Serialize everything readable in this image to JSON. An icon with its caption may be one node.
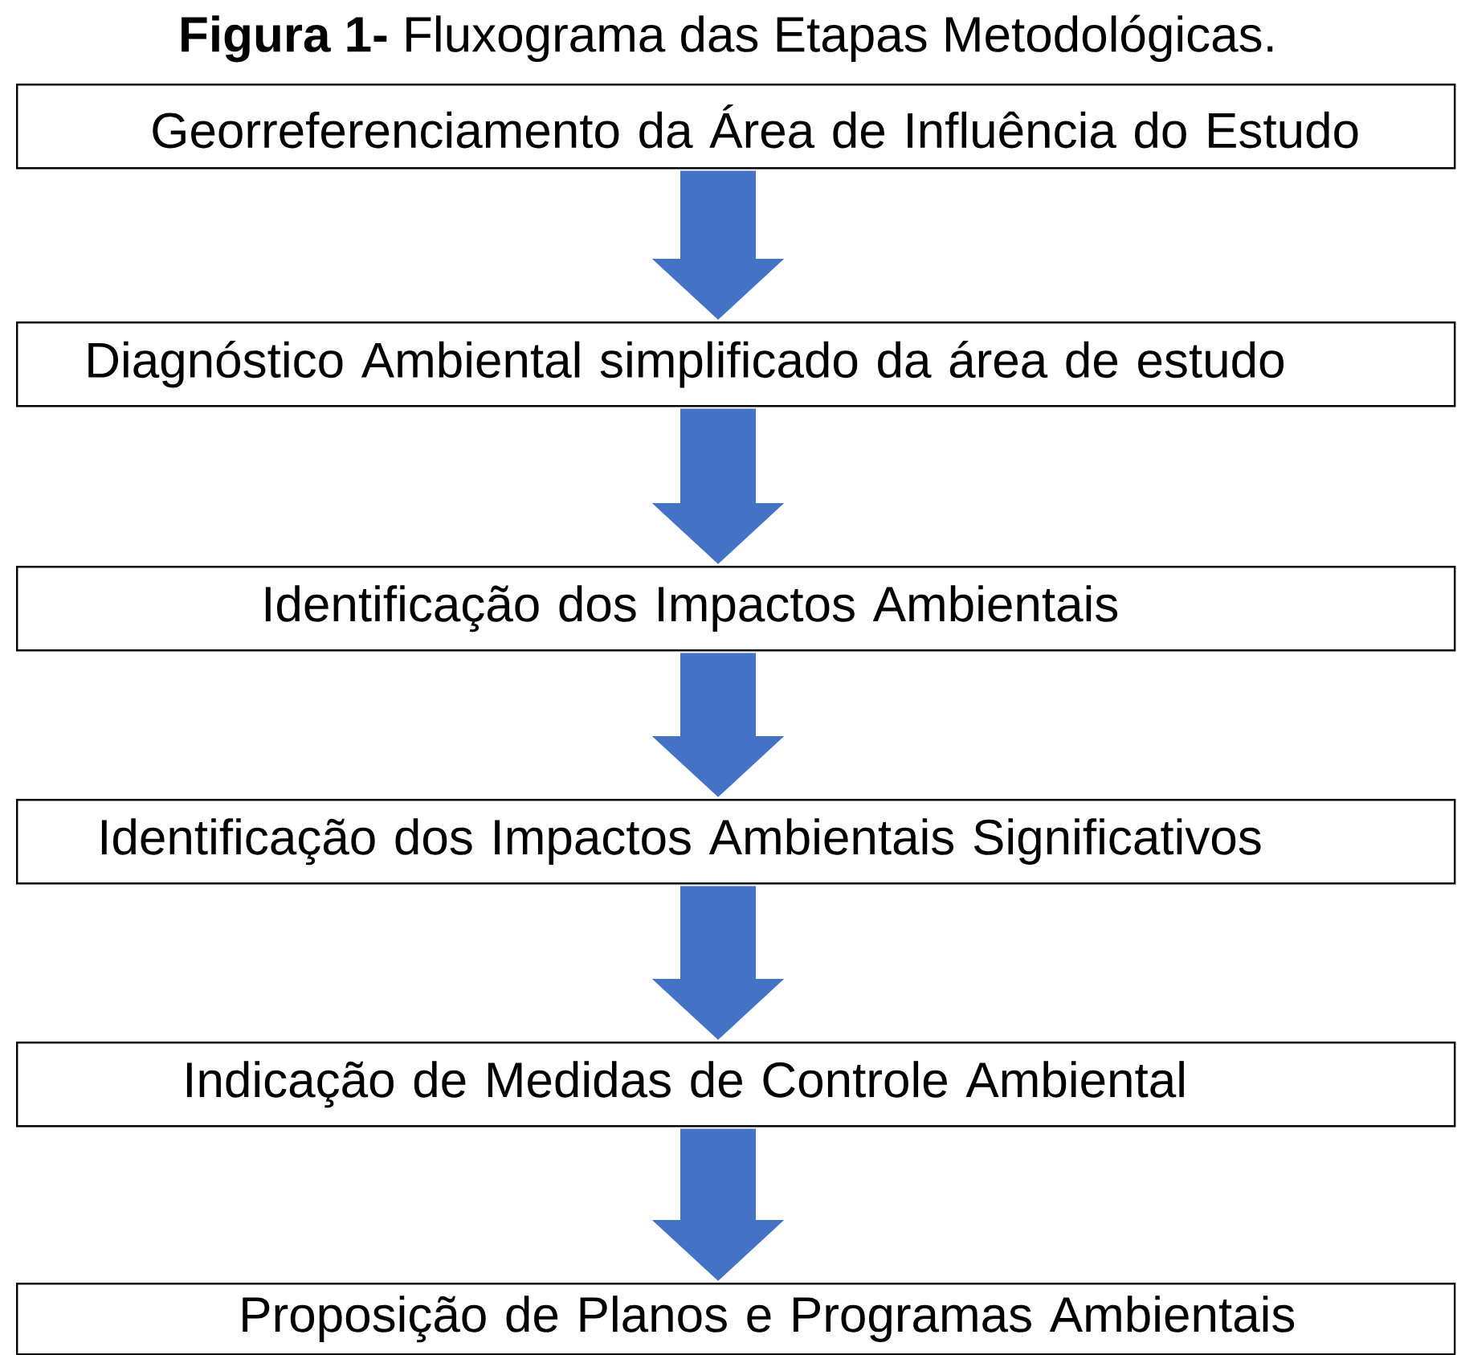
{
  "diagram": {
    "title": "**Figura 1-** Fluxograma das Etapas Metodológicas.",
    "nodes": [
      {
        "text": [
          "Georreferenciamento da Área de Influência do Estudo"
        ]
      },
      {
        "text": [
          "Diagnóstico Ambiental simplificado da área de estudo"
        ]
      },
      {
        "text": [
          "Identificação dos Impactos Ambientais"
        ]
      },
      {
        "text": [
          "Identificação dos Impactos Ambientais Significativos"
        ]
      },
      {
        "text": [
          "Indicação de Medidas de Controle Ambiental"
        ]
      },
      {
        "text": [
          "Proposição de Planos e Programas Ambientais"
        ]
      }
    ],
    "edges": [
      {
        "from": 0,
        "to": 1,
        "arrow": "to"
      },
      {
        "from": 1,
        "to": 2,
        "arrow": "to"
      },
      {
        "from": 2,
        "to": 3,
        "arrow": "to"
      },
      {
        "from": 3,
        "to": 4,
        "arrow": "to"
      },
      {
        "from": 4,
        "to": 5,
        "arrow": "to"
      }
    ]
  }
}
